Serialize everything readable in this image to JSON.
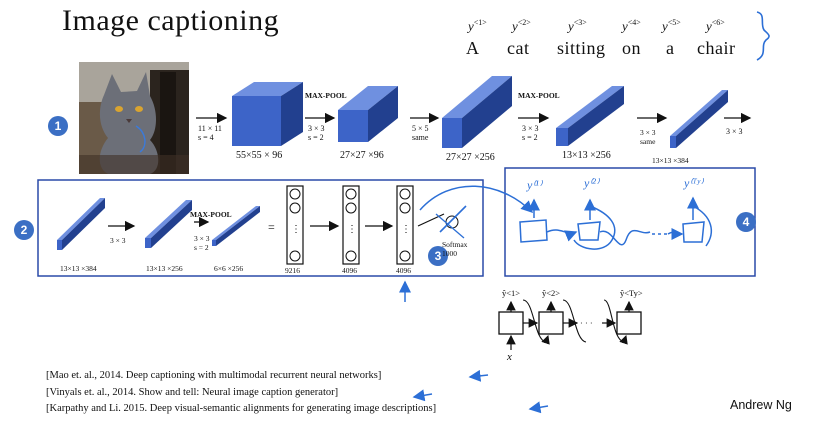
{
  "title": "Image captioning",
  "caption_outputs": [
    {
      "y": "y",
      "sup": "<1>"
    },
    {
      "y": "y",
      "sup": "<2>"
    },
    {
      "y": "y",
      "sup": "<3>"
    },
    {
      "y": "y",
      "sup": "<4>"
    },
    {
      "y": "y",
      "sup": "<5>"
    },
    {
      "y": "y",
      "sup": "<6>"
    }
  ],
  "caption_words": [
    "A",
    "cat",
    "sitting",
    "on",
    "a",
    "chair"
  ],
  "badges": [
    "1",
    "2",
    "3",
    "4"
  ],
  "row1": {
    "conv1_op": [
      "11 × 11",
      "s = 4"
    ],
    "vol1": "55×55 × 96",
    "pool1_label": "MAX-POOL",
    "pool1_op": [
      "3 × 3",
      "s = 2"
    ],
    "vol2": "27×27 ×96",
    "conv2_op": [
      "5 × 5",
      "same"
    ],
    "vol3": "27×27 ×256",
    "pool2_label": "MAX-POOL",
    "pool2_op": [
      "3 × 3",
      "s = 2"
    ],
    "vol4": "13×13 ×256",
    "conv3_op": [
      "3 × 3",
      "same"
    ],
    "vol5": "13×13 ×384",
    "conv4_op": "3 × 3"
  },
  "row2": {
    "vol1": "13×13 ×384",
    "op1": "3 × 3",
    "vol2": "13×13 ×256",
    "pool_label": "MAX-POOL",
    "pool_op": [
      "3 × 3",
      "s = 2"
    ],
    "vol3": "6×6 ×256",
    "equals": "=",
    "fc1": "9216",
    "fc2": "4096",
    "fc3": "4096",
    "softmax": [
      "Softmax",
      "1000"
    ],
    "dots": "⋮"
  },
  "rnn_hand": {
    "y1": "y⁽¹⁾",
    "y2": "y⁽²⁾",
    "yT": "y⁽ᵀʸ⁾"
  },
  "rnn_small": {
    "y1": "ŷ<1>",
    "y2": "ŷ<2>",
    "yT": "ŷ<Ty>",
    "x": "x",
    "ellipsis": "· · ·"
  },
  "references": [
    "[Mao et. al., 2014. Deep captioning with multimodal recurrent neural networks]",
    "[Vinyals et. al., 2014. Show and tell: Neural image caption generator]",
    "[Karpathy and Li. 2015. Deep visual-semantic alignments for generating image descriptions]"
  ],
  "author": "Andrew Ng",
  "colors": {
    "volume": "#3d64c8",
    "volume_top": "#6f90e0",
    "volume_side": "#22408f",
    "annotation": "#2c6fd6",
    "badge": "#3b6fc4",
    "box": "#2a4aa8"
  }
}
